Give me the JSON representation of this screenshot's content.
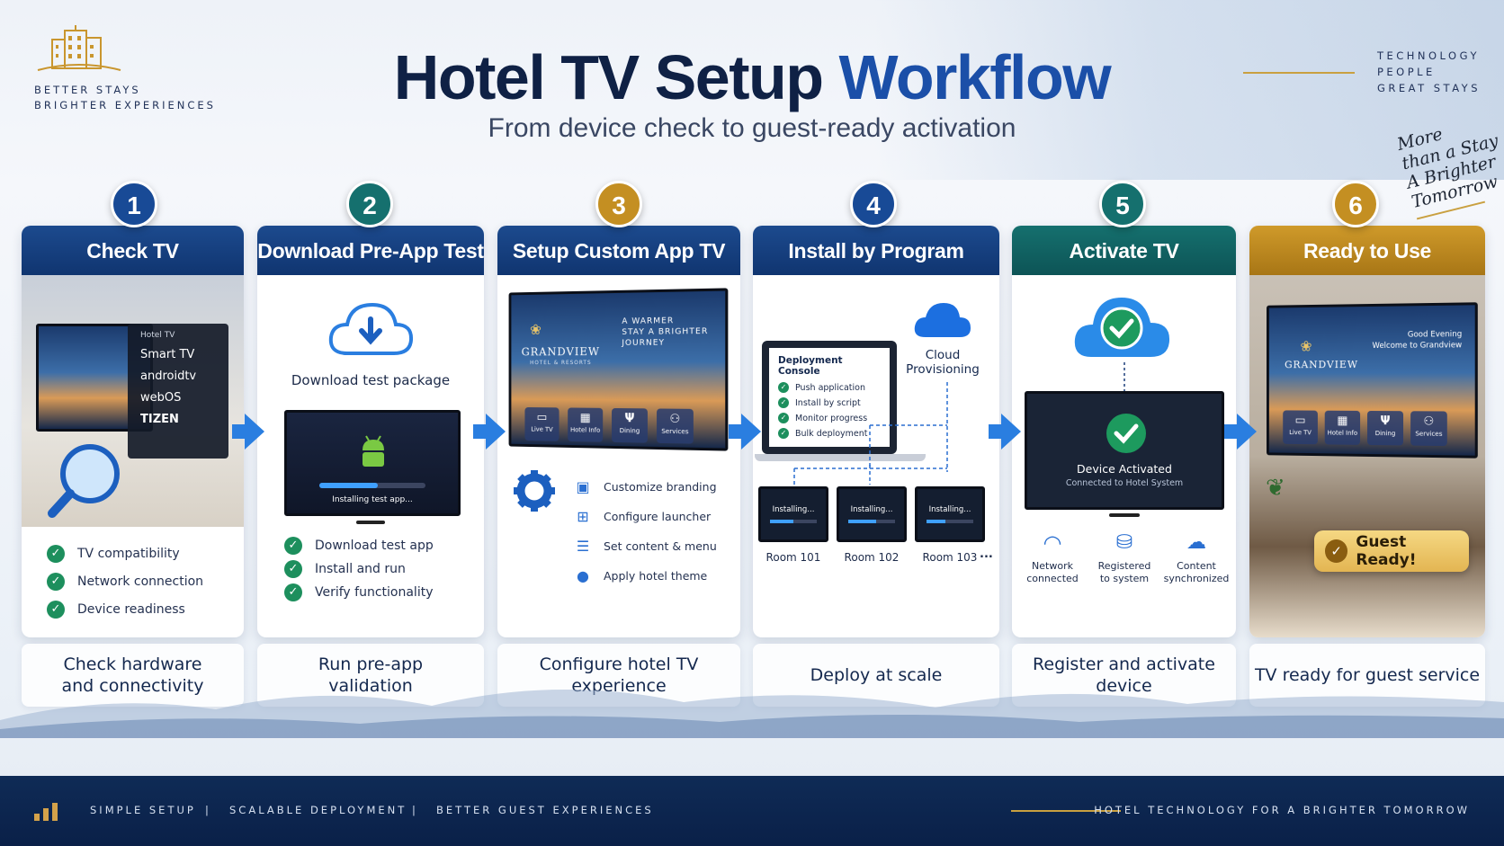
{
  "header": {
    "logo_line1": "BETTER STAYS",
    "logo_line2": "BRIGHTER EXPERIENCES",
    "title_part1": "Hotel TV Setup",
    "title_part2": "Workflow",
    "subtitle": "From device check to guest-ready activation",
    "right_tag": [
      "TECHNOLOGY",
      "PEOPLE",
      "GREAT STAYS"
    ],
    "script_text": [
      "More",
      "than a Stay",
      "A Brighter",
      "Tomorrow"
    ]
  },
  "colors": {
    "navy": "#103570",
    "teal": "#15706e",
    "gold": "#c48f22",
    "accent_blue": "#2a7ee0",
    "check_green": "#1d8f5d"
  },
  "steps": [
    {
      "num": "1",
      "title": "Check TV",
      "summary": [
        "Check hardware",
        "and connectivity"
      ],
      "menu": [
        "Hotel TV",
        "Smart TV",
        "androidtv",
        "webOS",
        "TIZEN"
      ],
      "checks": [
        "TV compatibility",
        "Network connection",
        "Device readiness"
      ]
    },
    {
      "num": "2",
      "title": "Download Pre-App Test",
      "summary": [
        "Run pre-app",
        "validation"
      ],
      "cloud_label": "Download test package",
      "tv_label": "Installing test app...",
      "checks": [
        "Download test app",
        "Install and run",
        "Verify functionality"
      ]
    },
    {
      "num": "3",
      "title": "Setup Custom App TV",
      "summary": [
        "Configure hotel TV",
        "experience"
      ],
      "brand": "GRANDVIEW",
      "brand_sub": "HOTEL & RESORTS",
      "tagline": [
        "A WARMER",
        "STAY A BRIGHTER",
        "JOURNEY"
      ],
      "tiles": [
        "Live TV",
        "Hotel Info",
        "Dining",
        "Services"
      ],
      "items": [
        "Customize branding",
        "Configure launcher",
        "Set content & menu",
        "Apply hotel theme"
      ]
    },
    {
      "num": "4",
      "title": "Install by Program",
      "summary": [
        "Deploy at scale"
      ],
      "console_title": "Deployment Console",
      "console_items": [
        "Push application",
        "Install by script",
        "Monitor progress",
        "Bulk deployment"
      ],
      "cloud": [
        "Cloud",
        "Provisioning"
      ],
      "rooms": [
        {
          "label": "Room 101",
          "status": "Installing..."
        },
        {
          "label": "Room 102",
          "status": "Installing..."
        },
        {
          "label": "Room 103",
          "status": "Installing..."
        }
      ],
      "more": "..."
    },
    {
      "num": "5",
      "title": "Activate TV",
      "summary": [
        "Register and activate",
        "device"
      ],
      "status": "Device Activated",
      "status_sub": "Connected to Hotel System",
      "icons": [
        {
          "icon": "wifi-icon",
          "label": [
            "Network",
            "connected"
          ]
        },
        {
          "icon": "database-icon",
          "label": [
            "Registered",
            "to system"
          ]
        },
        {
          "icon": "cloud-sync-icon",
          "label": [
            "Content",
            "synchronized"
          ]
        }
      ]
    },
    {
      "num": "6",
      "title": "Ready to Use",
      "summary": [
        "TV ready for guest service"
      ],
      "greeting": [
        "Good Evening",
        "Welcome to Grandview"
      ],
      "tiles": [
        "Live TV",
        "Hotel Info",
        "Dining",
        "Services"
      ],
      "ready_label": "Guest Ready!"
    }
  ],
  "footer": {
    "tags": [
      "SIMPLE SETUP",
      "SCALABLE DEPLOYMENT",
      "BETTER GUEST EXPERIENCES"
    ],
    "separator": "|",
    "right": "HOTEL TECHNOLOGY FOR A BRIGHTER TOMORROW"
  }
}
